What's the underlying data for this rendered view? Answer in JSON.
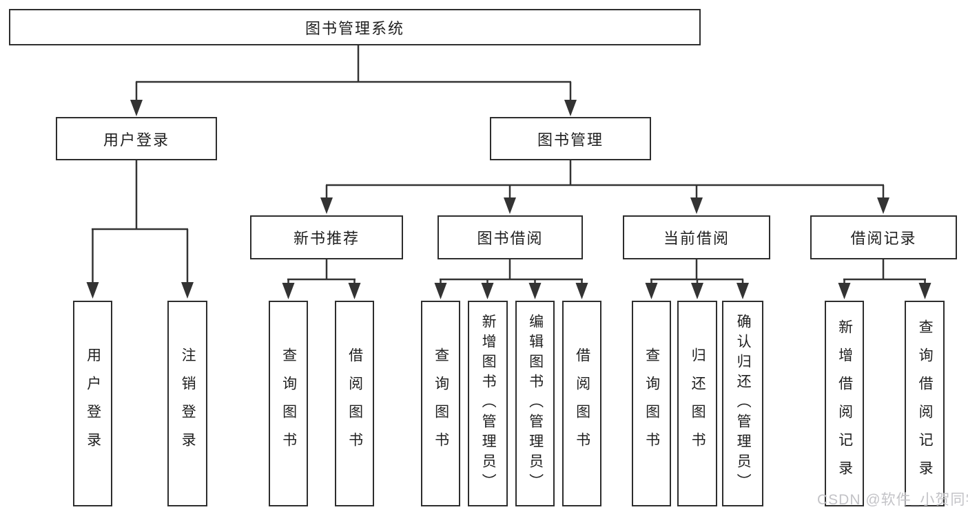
{
  "tree": {
    "root": {
      "label": "图书管理系统"
    },
    "level2": [
      {
        "label": "用户登录",
        "children": [
          {
            "label": "用户登录"
          },
          {
            "label": "注销登录"
          }
        ]
      },
      {
        "label": "图书管理",
        "children": [
          {
            "label": "新书推荐",
            "children": [
              {
                "label": "查询图书"
              },
              {
                "label": "借阅图书"
              }
            ]
          },
          {
            "label": "图书借阅",
            "children": [
              {
                "label": "查询图书"
              },
              {
                "label": "新增图书（管理员）"
              },
              {
                "label": "编辑图书（管理员）"
              },
              {
                "label": "借阅图书"
              }
            ]
          },
          {
            "label": "当前借阅",
            "children": [
              {
                "label": "查询图书"
              },
              {
                "label": "归还图书"
              },
              {
                "label": "确认归还（管理员）"
              }
            ]
          },
          {
            "label": "借阅记录",
            "children": [
              {
                "label": "新增借阅记录"
              },
              {
                "label": "查询借阅记录"
              }
            ]
          }
        ]
      }
    ]
  },
  "watermark": {
    "label": "CSDN @软件_小贺同学"
  },
  "colors": {
    "line": "#333333",
    "box_border": "#2d2d2d",
    "box_fill": "#ffffff",
    "text": "#1f1f1f",
    "watermark": "#c3c3c7",
    "background": "#ffffff"
  }
}
